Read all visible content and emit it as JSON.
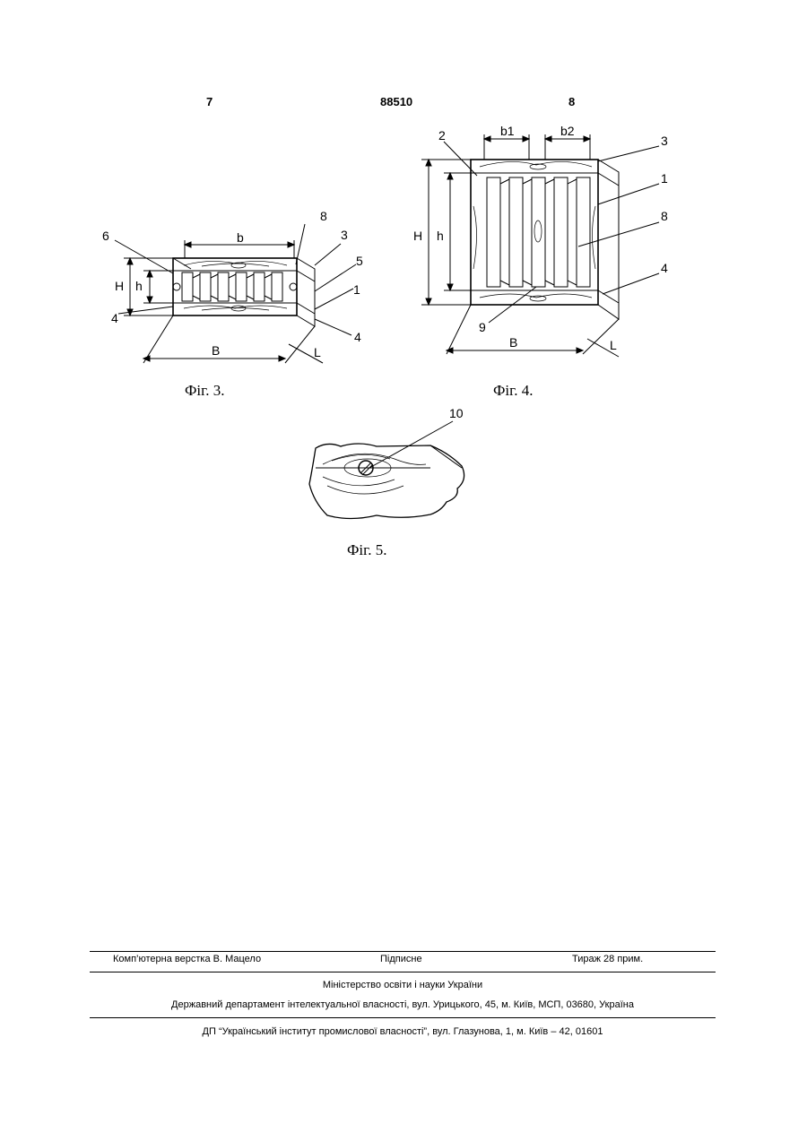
{
  "header": {
    "page_left": "7",
    "patent_number": "88510",
    "page_right": "8"
  },
  "figures": {
    "fig3": {
      "caption": "Фіг. 3.",
      "labels": {
        "ref6": "6",
        "ref8": "8",
        "ref3": "3",
        "ref5": "5",
        "ref1": "1",
        "ref4a": "4",
        "ref4b": "4",
        "dim_b": "b",
        "dim_H": "H",
        "dim_h": "h",
        "dim_B": "B",
        "dim_L": "L"
      }
    },
    "fig4": {
      "caption": "Фіг. 4.",
      "labels": {
        "ref2": "2",
        "ref3": "3",
        "ref1": "1",
        "ref8": "8",
        "ref4": "4",
        "ref9": "9",
        "dim_b1": "b1",
        "dim_b2": "b2",
        "dim_H": "H",
        "dim_h": "h",
        "dim_B": "B",
        "dim_L": "L"
      }
    },
    "fig5": {
      "caption": "Фіг. 5.",
      "labels": {
        "ref10": "10"
      }
    }
  },
  "footer": {
    "layout_by": "Комп’ютерна верстка В. Мацело",
    "subscription": "Підписне",
    "circulation": "Тираж 28 прим.",
    "ministry": "Міністерство освіти і науки України",
    "department": "Державний департамент інтелектуальної власності, вул. Урицького, 45, м. Київ, МСП, 03680, Україна",
    "institute": "ДП “Український інститут промислової власності”, вул. Глазунова, 1, м. Київ – 42, 01601"
  }
}
